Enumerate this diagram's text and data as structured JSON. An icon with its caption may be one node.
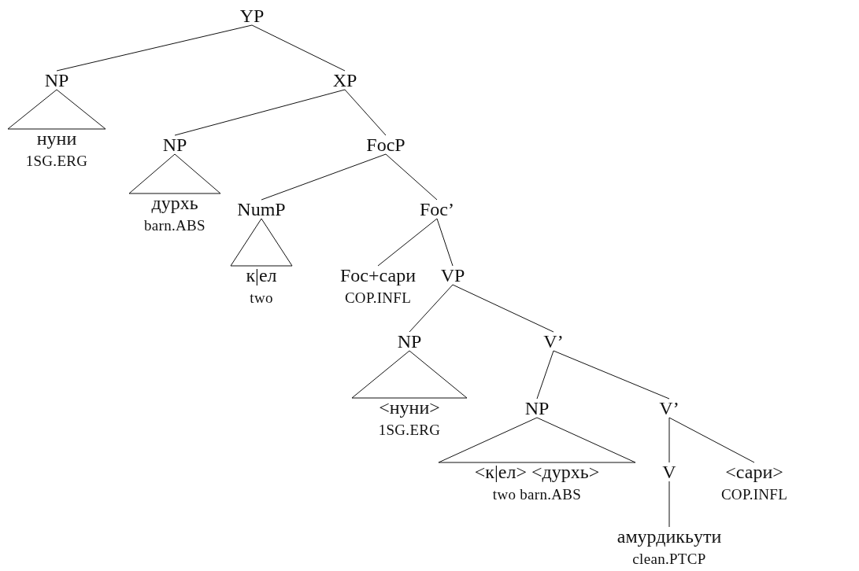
{
  "diagram": {
    "nodes": [
      {
        "text": [
          "YP"
        ]
      },
      {
        "text": [
          "NP"
        ]
      },
      {
        "text": [
          "XP"
        ]
      },
      {
        "text": [
          "нуни",
          "1SG.ERG"
        ]
      },
      {
        "text": [
          "NP"
        ]
      },
      {
        "text": [
          "FocP"
        ]
      },
      {
        "text": [
          "дурхь",
          "barn.ABS"
        ]
      },
      {
        "text": [
          "NumP"
        ]
      },
      {
        "text": [
          "Foc’"
        ]
      },
      {
        "text": [
          "к|ел",
          "two"
        ]
      },
      {
        "text": [
          "Foc+сари",
          "COP.INFL"
        ]
      },
      {
        "text": [
          "VP"
        ]
      },
      {
        "text": [
          "NP"
        ]
      },
      {
        "text": [
          "V’"
        ]
      },
      {
        "text": [
          "<нуни>",
          "1SG.ERG"
        ]
      },
      {
        "text": [
          "NP"
        ]
      },
      {
        "text": [
          "V’"
        ]
      },
      {
        "text": [
          "<к|ел> <дурхь>",
          "two barn.ABS"
        ]
      },
      {
        "text": [
          "V"
        ]
      },
      {
        "text": [
          "<сари>",
          "COP.INFL"
        ]
      },
      {
        "text": [
          "амурдикьути",
          "clean.PTCP"
        ]
      }
    ],
    "edges": [
      {
        "from": 0,
        "to": 1,
        "arrow": "none"
      },
      {
        "from": 0,
        "to": 2,
        "arrow": "none"
      },
      {
        "from": 1,
        "to": 3,
        "arrow": "none"
      },
      {
        "from": 2,
        "to": 4,
        "arrow": "none"
      },
      {
        "from": 2,
        "to": 5,
        "arrow": "none"
      },
      {
        "from": 4,
        "to": 6,
        "arrow": "none"
      },
      {
        "from": 5,
        "to": 7,
        "arrow": "none"
      },
      {
        "from": 5,
        "to": 8,
        "arrow": "none"
      },
      {
        "from": 7,
        "to": 9,
        "arrow": "none"
      },
      {
        "from": 8,
        "to": 10,
        "arrow": "none"
      },
      {
        "from": 8,
        "to": 11,
        "arrow": "none"
      },
      {
        "from": 11,
        "to": 12,
        "arrow": "none"
      },
      {
        "from": 11,
        "to": 13,
        "arrow": "none"
      },
      {
        "from": 12,
        "to": 14,
        "arrow": "none"
      },
      {
        "from": 13,
        "to": 15,
        "arrow": "none"
      },
      {
        "from": 13,
        "to": 16,
        "arrow": "none"
      },
      {
        "from": 15,
        "to": 17,
        "arrow": "none"
      },
      {
        "from": 16,
        "to": 18,
        "arrow": "none"
      },
      {
        "from": 16,
        "to": 19,
        "arrow": "none"
      },
      {
        "from": 18,
        "to": 20,
        "arrow": "none"
      }
    ]
  }
}
